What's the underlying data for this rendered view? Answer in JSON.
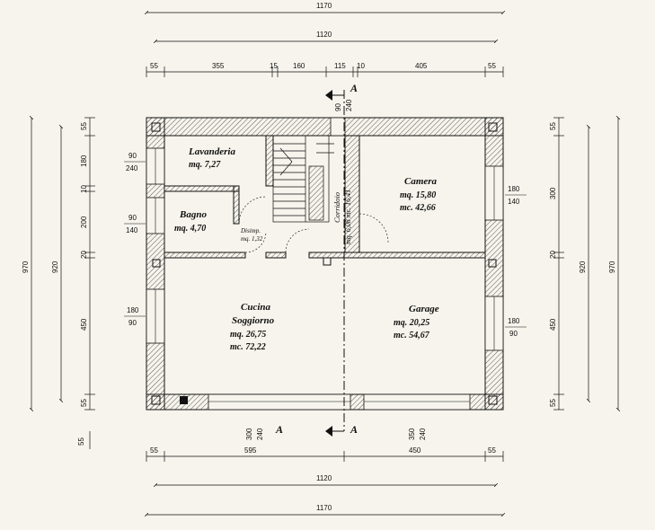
{
  "rooms": {
    "lavanderia": {
      "name": "Lavanderia",
      "area": "mq.  7,27"
    },
    "bagno": {
      "name": "Bagno",
      "area": "mq.  4,70"
    },
    "disimpegno": {
      "name": "Disimp.",
      "area": "mq. 1,32"
    },
    "corridoio": {
      "name": "Corridoio",
      "area": "mq. 6,08  mc. 16,41"
    },
    "camera": {
      "name": "Camera",
      "area": "mq.  15,80",
      "volume": "mc.  42,66"
    },
    "cucina": {
      "name": "Cucina",
      "name2": "Soggiorno",
      "area": "mq.  26,75",
      "volume": "mc.  72,22"
    },
    "garage": {
      "name": "Garage",
      "area": "mq. 20,25",
      "volume": "mc. 54,67"
    }
  },
  "section_marks": {
    "top": "A",
    "bottom_left": "A",
    "bottom_right": "A"
  },
  "top_dims": {
    "overall": "1170",
    "inner": "1120",
    "chain": [
      "55",
      "355",
      "15",
      "160",
      "115",
      "10",
      "405",
      "55"
    ]
  },
  "bottom_dims": {
    "chain": [
      "55",
      "595",
      "450",
      "55"
    ],
    "inner": "1120",
    "overall": "1170",
    "side": "55"
  },
  "left_dims": {
    "overall": "970",
    "inner": "920",
    "chain": [
      "55",
      "180",
      "10",
      "200",
      "20",
      "450",
      "55"
    ]
  },
  "right_dims": {
    "overall": "970",
    "inner": "920",
    "chain": [
      "55",
      "300",
      "20",
      "450",
      "55"
    ]
  },
  "openings": {
    "lav_win": {
      "top": "90",
      "bottom": "240"
    },
    "bagno_win": {
      "top": "90",
      "bottom": "140"
    },
    "cucina_win": {
      "top": "180",
      "bottom": "90"
    },
    "camera_win": {
      "top": "180",
      "bottom": "140"
    },
    "garage_win": {
      "top": "180",
      "bottom": "90"
    },
    "bottom_left": {
      "a": "300",
      "b": "240"
    },
    "bottom_right": {
      "a": "350",
      "b": "240"
    },
    "top_door": {
      "a": "90",
      "b": "240"
    }
  },
  "colors": {
    "line": "#111111",
    "hatch": "#333333",
    "paper": "#f6f4ec"
  }
}
